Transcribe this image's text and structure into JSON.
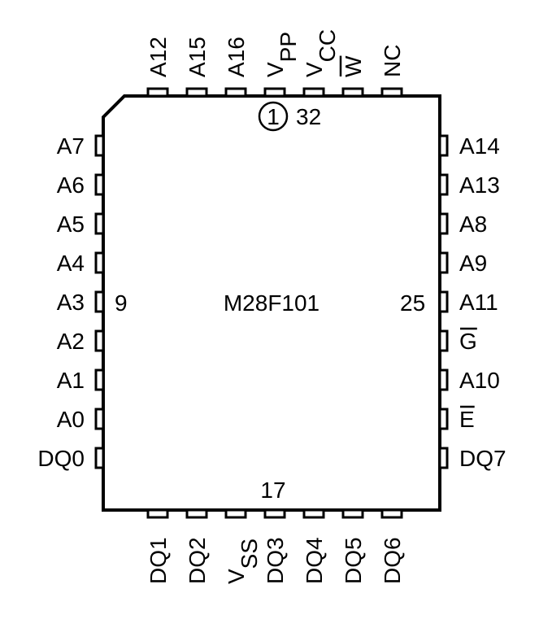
{
  "chip": {
    "part_number": "M28F101",
    "pin1_marker": "1",
    "corner_numbers": {
      "top": "32",
      "left": "9",
      "right": "25",
      "bottom": "17"
    }
  },
  "pins": {
    "top": [
      {
        "label": "A12"
      },
      {
        "label": "A15"
      },
      {
        "label": "A16"
      },
      {
        "label": "V",
        "sub": "PP"
      },
      {
        "label": "V",
        "sub": "CC"
      },
      {
        "label": "W",
        "overbar": true
      },
      {
        "label": "NC"
      }
    ],
    "left": [
      {
        "label": "A7"
      },
      {
        "label": "A6"
      },
      {
        "label": "A5"
      },
      {
        "label": "A4"
      },
      {
        "label": "A3"
      },
      {
        "label": "A2"
      },
      {
        "label": "A1"
      },
      {
        "label": "A0"
      },
      {
        "label": "DQ0"
      }
    ],
    "right": [
      {
        "label": "A14"
      },
      {
        "label": "A13"
      },
      {
        "label": "A8"
      },
      {
        "label": "A9"
      },
      {
        "label": "A11"
      },
      {
        "label": "G",
        "overbar": true
      },
      {
        "label": "A10"
      },
      {
        "label": "E",
        "overbar": true
      },
      {
        "label": "DQ7"
      }
    ],
    "bottom": [
      {
        "label": "DQ1"
      },
      {
        "label": "DQ2"
      },
      {
        "label": "V",
        "sub": "SS"
      },
      {
        "label": "DQ3"
      },
      {
        "label": "DQ4"
      },
      {
        "label": "DQ5"
      },
      {
        "label": "DQ6"
      }
    ]
  }
}
